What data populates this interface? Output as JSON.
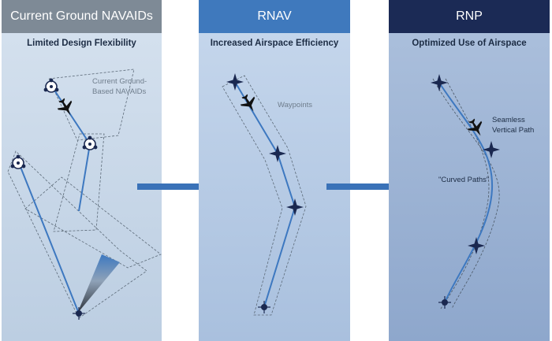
{
  "panels": [
    {
      "title": "Current Ground NAVAIDs",
      "subtitle": "Limited Design Flexibility",
      "labels": {
        "navaids": "Current Ground-\nBased NAVAIDs"
      }
    },
    {
      "title": "RNAV",
      "subtitle": "Increased Airspace Efficiency",
      "labels": {
        "waypoints": "Waypoints"
      }
    },
    {
      "title": "RNP",
      "subtitle": "Optimized Use of Airspace",
      "labels": {
        "vertical": "Seamless\nVertical Path",
        "curved": "\"Curved Paths\""
      }
    }
  ],
  "colors": {
    "route": "#3d78c0",
    "arrow": "#3a72b8",
    "waypoint": "#1a2850",
    "aircraft": "#111111",
    "corridor": "#5c6a78"
  },
  "icons": [
    "navaid-icon",
    "aircraft-icon",
    "waypoint-icon",
    "arrow-right-icon"
  ]
}
